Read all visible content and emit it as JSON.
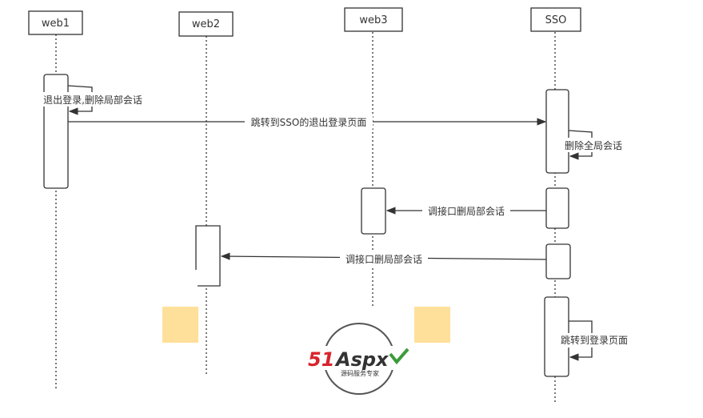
{
  "actors": [
    {
      "id": "web1",
      "label": "web1"
    },
    {
      "id": "web2",
      "label": "web2"
    },
    {
      "id": "web3",
      "label": "web3"
    },
    {
      "id": "sso",
      "label": "SSO"
    }
  ],
  "messages": [
    {
      "id": "m1",
      "label": "退出登录,删除局部会话"
    },
    {
      "id": "m2",
      "label": "跳转到SSO的退出登录页面"
    },
    {
      "id": "m3",
      "label": "删除全局会话"
    },
    {
      "id": "m4",
      "label": "调接口删局部会话"
    },
    {
      "id": "m5",
      "label": "调接口删局部会话"
    },
    {
      "id": "m6",
      "label": "跳转到登录页面"
    }
  ],
  "watermark": {
    "brand_51": "51",
    "brand_aspx": "Aspx",
    "tagline": "源码服务专家"
  },
  "colors": {
    "line": "#333333",
    "placeholder_box": "#FFE09A",
    "watermark_red": "#D9232B",
    "watermark_dark": "#333333",
    "watermark_green": "#3C9B3A"
  }
}
